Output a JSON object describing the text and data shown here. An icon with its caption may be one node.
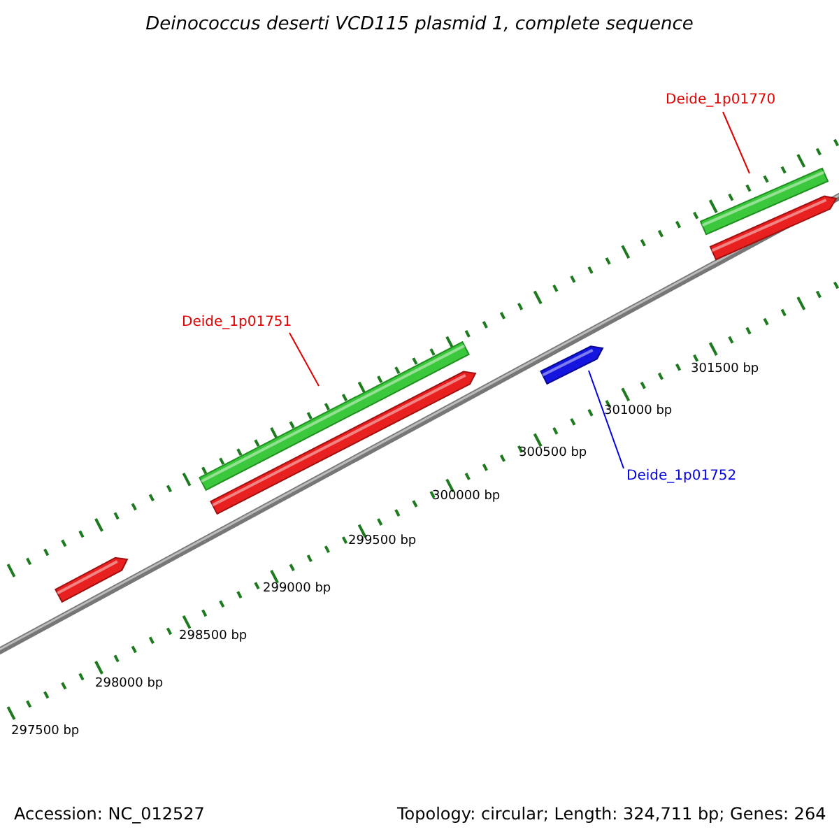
{
  "diagram": {
    "title": "Deinococcus deserti VCD115 plasmid 1, complete sequence",
    "nodes": [
      {
        "text": [
          "Deide_1p01770"
        ]
      },
      {
        "text": [],
        "shape": "bar"
      },
      {
        "text": [],
        "shape": "bar"
      },
      {
        "text": [
          "Deide_1p01751"
        ]
      },
      {
        "text": [],
        "shape": "bar"
      },
      {
        "text": [],
        "shape": "bar"
      },
      {
        "text": [],
        "shape": "bar"
      },
      {
        "text": [],
        "shape": "bar"
      },
      {
        "text": [
          "Deide_1p01752"
        ]
      }
    ],
    "edges": [
      {
        "from": 0,
        "to": 1,
        "arrow": "none"
      },
      {
        "from": 3,
        "to": 4,
        "arrow": "none"
      },
      {
        "from": 8,
        "to": 6,
        "arrow": "none",
        "color": "#0000e0"
      }
    ],
    "labels": [
      "301500 bp",
      "301000 bp",
      "300500 bp",
      "300000 bp",
      "299500 bp",
      "299000 bp",
      "298500 bp",
      "298000 bp",
      "297500 bp",
      "Accession: NC_012527",
      "Topology: circular; Length: 324,711 bp; Genes: 264"
    ]
  }
}
